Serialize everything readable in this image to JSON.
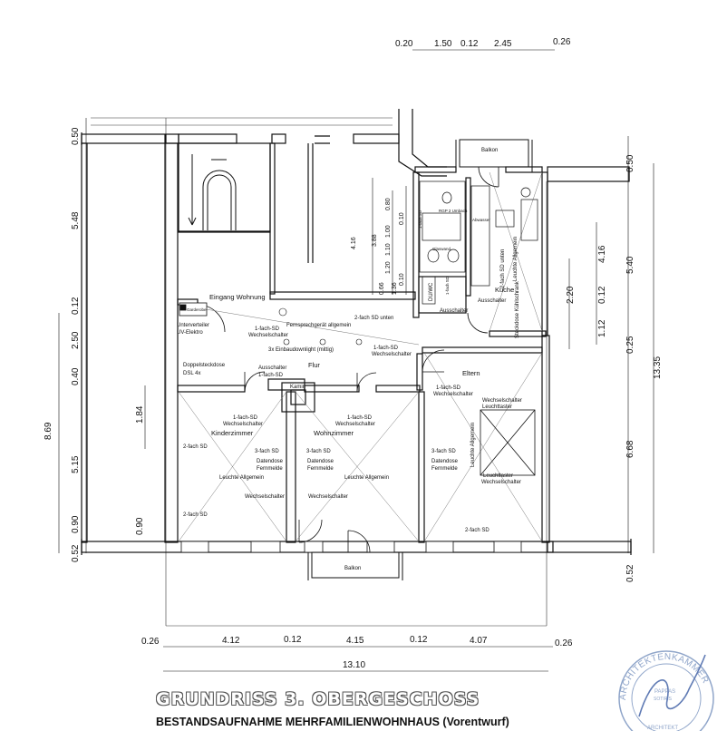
{
  "title": "GRUNDRISS 3. OBERGESCHOSS",
  "subtitle": "BESTANDSAUFNAHME MEHRFAMILIENWOHNHAUS (Vorentwurf)",
  "dimensions": {
    "top": [
      "0.20",
      "1.50",
      "0.12",
      "2.45",
      "0.26"
    ],
    "bottom": [
      "0.26",
      "4.12",
      "0.12",
      "4.15",
      "0.12",
      "4.07",
      "0.26"
    ],
    "bottom_total": "13.10",
    "left": [
      "0.50",
      "5.48",
      "0.12",
      "2.50",
      "0.40",
      "5.15",
      "0.90",
      "0.52"
    ],
    "left_total": "8.69",
    "right": [
      "0.50",
      "4.16",
      "5.40",
      "0.12",
      "0.25",
      "6.68",
      "0.52"
    ],
    "right_total": "13.35",
    "right_inner": [
      "2.20",
      "1.12"
    ],
    "stair": [
      "4.16",
      "3.88",
      "0.80",
      "0.10",
      "1.00",
      "1.10",
      "1.20",
      "0.10",
      "0.66",
      "1.36"
    ],
    "kinder_inner": "1.84",
    "left_inner": "0.90"
  },
  "rooms": {
    "eingang": "Eingang Wohnung",
    "flur": "Flur",
    "kamin": "Kamin",
    "kinderzimmer": "Kinderzimmer",
    "wohnzimmer": "Wohnzimmer",
    "eltern": "Eltern",
    "kueche": "Küche",
    "balkon_top": "Balkon",
    "balkon_bottom": "Balkon",
    "duwc": "DU/WC"
  },
  "labels": {
    "unterverteiler": "Unterverteiler",
    "uv_elektro": "UV-Elektro",
    "garderobe": "Garderobe",
    "fernsprech": "Fernsprechgerät allgemein",
    "sd_unten_flur": "2-fach SD unten",
    "sd_flur_1": "1-fach-SD",
    "wechsel_flur_1": "Wechselschalter",
    "einbau": "3x Einbaudownlight (mittig)",
    "sd_flur_2": "1-fach-SD",
    "wechsel_flur_2": "Wechselschalter",
    "doppelsteck": "Doppelsteckdose",
    "dsl": "DSL 4x",
    "ausschalter_flur": "Ausschalter",
    "sd_flur_3": "1-fach-SD",
    "ausschalter_duwc": "Ausschalter",
    "rgp": "RGP 2 Umbach",
    "abwasser": "Abwasser",
    "glaswand": "Glaswand",
    "sd_bad": "1-fach SD",
    "sd_bad_2": "1-fach SD",
    "ausschalter_kueche": "Ausschalter",
    "leuchte_kueche": "Leuchte Allgemein",
    "sd_kueche_unten": "2-fach SD unten",
    "steckdose_kuehl": "Steckdose Kühlschrank",
    "sd_k_1": "1-fach-SD",
    "wechsel_k_1": "Wechselschalter",
    "sd_k_2": "2-fach SD",
    "sd_k_3": "3-fach SD",
    "daten_k": "Datendose",
    "fern_k": "Fernmelde",
    "leuchte_k": "Leuchte Allgemein",
    "wechsel_k_2": "Wechselschalter",
    "sd_k_4": "2-fach SD",
    "sd_w_1": "1-fach-SD",
    "wechsel_w_1": "Wechselschalter",
    "sd_w_2": "3-fach SD",
    "daten_w": "Datendose",
    "fern_w": "Fernmelde",
    "leuchte_w": "Leuchte Allgemein",
    "wechsel_w_2": "Wechselschalter",
    "sd_e_1": "1-fach-SD",
    "wechsel_e_1": "Wechselschalter",
    "wechsel_e_2": "Wechselschalter",
    "leuchttaster_1": "Leuchttaster",
    "leuchte_e": "Leuchte Allgemein",
    "sd_e_2": "3-fach SD",
    "daten_e": "Datendose",
    "fern_e": "Fernmelde",
    "leuchttaster_2": "Leuchttaster",
    "wechsel_e_3": "Wechselschalter",
    "sd_e_3": "2-fach SD"
  },
  "stamp": {
    "ring_text": "ARCHITEKTENKAMMER",
    "name": "PAPPAS",
    "name2": "SOTIRIS",
    "role": "ARCHITEKT"
  }
}
